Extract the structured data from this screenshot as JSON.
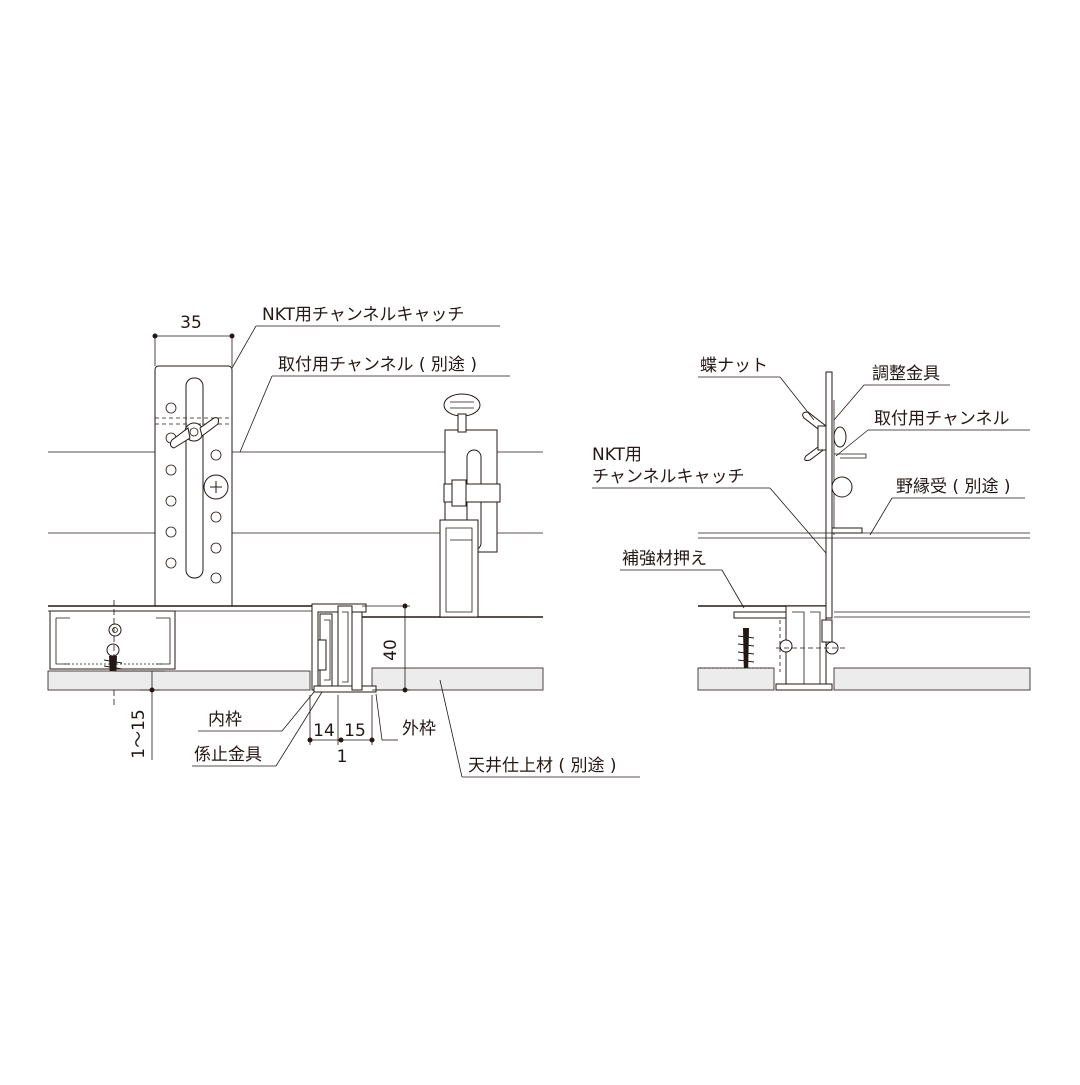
{
  "left_view": {
    "labels": {
      "nkt_catch": "NKT用チャンネルキャッチ",
      "mount_channel": "取付用チャンネル ( 別途 )",
      "inner_frame": "内枠",
      "lock_fitting": "係止金具",
      "outer_frame": "外枠",
      "ceiling_finish": "天井仕上材 ( 別途 )"
    },
    "dimensions": {
      "width_35": "35",
      "height_40": "40",
      "gap_1_15": "1〜15",
      "d14": "14",
      "d15": "15",
      "d1": "1"
    }
  },
  "right_view": {
    "labels": {
      "wing_nut": "蝶ナット",
      "adjust_fitting": "調整金具",
      "mount_channel": "取付用チャンネル",
      "nkt_line1": "NKT用",
      "nkt_line2": "チャンネルキャッチ",
      "furring_receiver": "野縁受 ( 別途 )",
      "reinforcement_holder": "補強材押え"
    }
  }
}
